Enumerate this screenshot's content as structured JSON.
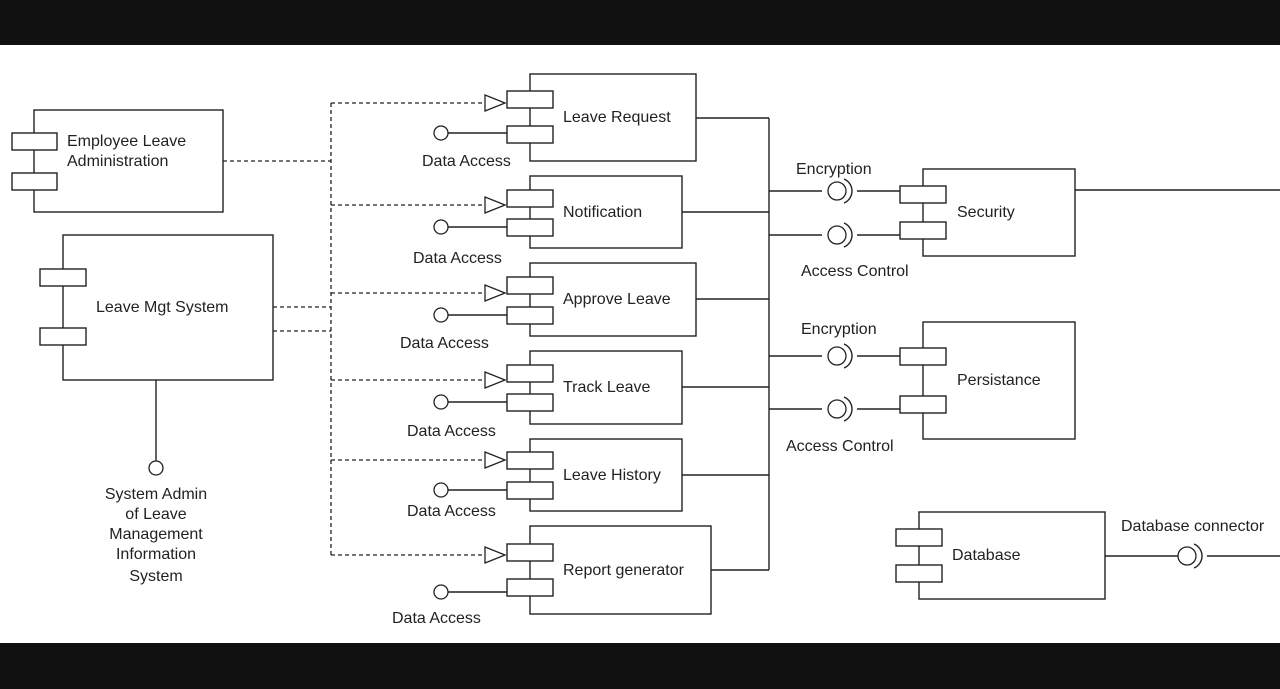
{
  "components": {
    "employee_leave_admin": [
      "Employee Leave",
      "Administration"
    ],
    "leave_mgt_system": "Leave Mgt System",
    "leave_request": "Leave Request",
    "notification": "Notification",
    "approve_leave": "Approve Leave",
    "track_leave": "Track Leave",
    "leave_history": "Leave History",
    "report_generator": "Report generator",
    "security": "Security",
    "persistance": "Persistance",
    "database": "Database"
  },
  "interfaces": {
    "data_access": "Data Access",
    "encryption": "Encryption",
    "access_control": "Access Control",
    "database_connector": "Database connector",
    "system_admin": [
      "System Admin",
      "of Leave",
      "Management",
      "Information",
      "System"
    ]
  },
  "colors": {
    "frame": "#111111",
    "canvas": "#ffffff",
    "stroke": "#222222"
  }
}
